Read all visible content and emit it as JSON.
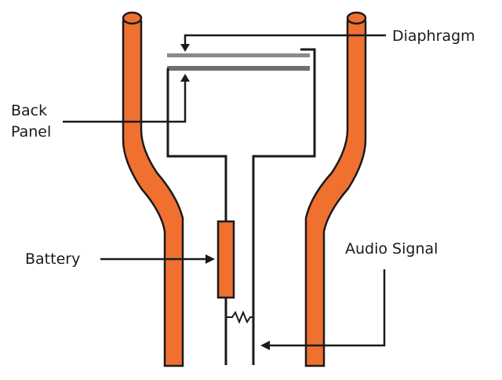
{
  "labels": {
    "diaphragm": "Diaphragm",
    "back_panel_line1": "Back",
    "back_panel_line2": "Panel",
    "battery": "Battery",
    "audio_signal": "Audio Signal"
  },
  "colors": {
    "tube_fill": "#f07030",
    "tube_outline": "#1a1a1a",
    "plate": "#8a8a8a",
    "wire": "#1a1a1a",
    "text": "#1a1a1a"
  }
}
